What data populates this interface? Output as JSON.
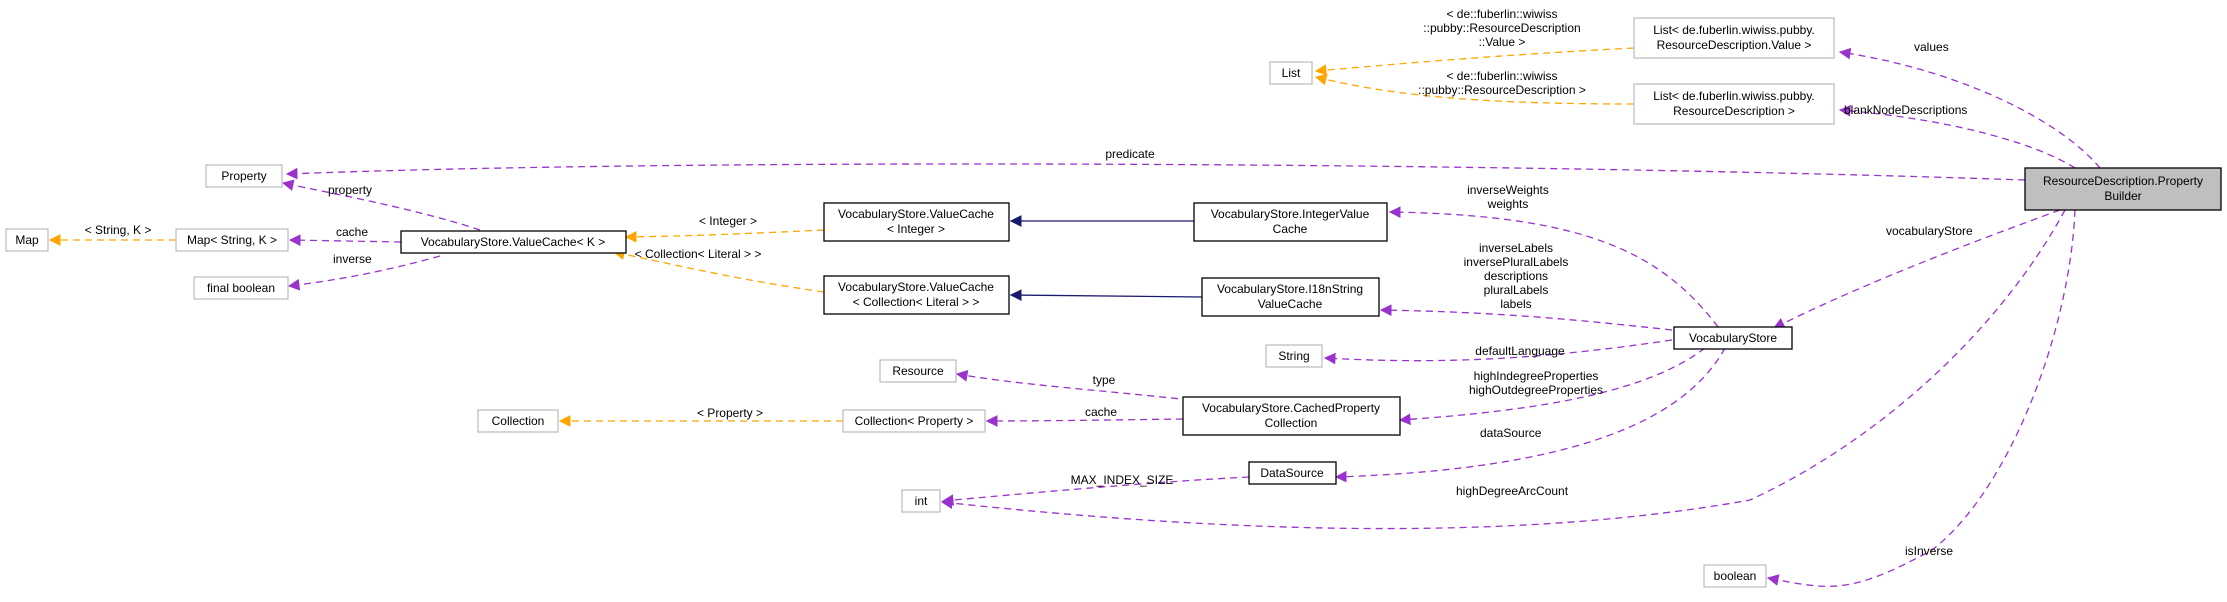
{
  "diagram": {
    "focus": {
      "label_line1": "ResourceDescription.Property",
      "label_line2": "Builder"
    },
    "nodes": {
      "map": "Map",
      "map_string_k": "Map< String, K >",
      "final_boolean": "final boolean",
      "property": "Property",
      "valuecache_k": "VocabularyStore.ValueCache< K >",
      "list": "List",
      "list_value_l1": "List< de.fuberlin.wiwiss.pubby.",
      "list_value_l2": "ResourceDescription.Value >",
      "list_rd_l1": "List< de.fuberlin.wiwiss.pubby.",
      "list_rd_l2": "ResourceDescription >",
      "vc_integer_l1": "VocabularyStore.ValueCache",
      "vc_integer_l2": "< Integer >",
      "vc_collection_l1": "VocabularyStore.ValueCache",
      "vc_collection_l2": "< Collection< Literal > >",
      "integer_value_cache_l1": "VocabularyStore.IntegerValue",
      "integer_value_cache_l2": "Cache",
      "i18n_cache_l1": "VocabularyStore.I18nString",
      "i18n_cache_l2": "ValueCache",
      "vocabulary_store": "VocabularyStore",
      "string": "String",
      "resource": "Resource",
      "collection": "Collection",
      "collection_property": "Collection< Property >",
      "cached_property_l1": "VocabularyStore.CachedProperty",
      "cached_property_l2": "Collection",
      "data_source": "DataSource",
      "int": "int",
      "boolean": "boolean"
    },
    "edge_labels": {
      "values": "values",
      "blank_node_descriptions": "blankNodeDescriptions",
      "predicate": "predicate",
      "vocabulary_store": "vocabularyStore",
      "is_inverse": "isInverse",
      "high_degree_arc_count": "highDegreeArcCount",
      "value_tmpl_l1": "< de::fuberlin::wiwiss",
      "value_tmpl_l2": "::pubby::ResourceDescription",
      "value_tmpl_l3": "::Value >",
      "rd_tmpl_l1": "< de::fuberlin::wiwiss",
      "rd_tmpl_l2": "::pubby::ResourceDescription >",
      "string_k": "< String, K >",
      "cache": "cache",
      "inverse": "inverse",
      "property": "property",
      "integer_tmpl": "< Integer >",
      "collection_literal_tmpl": "< Collection< Literal > >",
      "inverse_weights": "inverseWeights",
      "weights": "weights",
      "inverse_labels": "inverseLabels",
      "inverse_plural_labels": "inversePluralLabels",
      "descriptions": "descriptions",
      "plural_labels": "pluralLabels",
      "labels": "labels",
      "default_language": "defaultLanguage",
      "high_indegree_properties": "highIndegreeProperties",
      "high_outdegree_properties": "highOutdegreeProperties",
      "type": "type",
      "cache_collection": "cache",
      "property_tmpl": "< Property >",
      "data_source": "dataSource",
      "max_index_size": "MAX_INDEX_SIZE"
    },
    "colors": {
      "usage_edge": "#9a32cd",
      "template_edge": "#ffa500",
      "inheritance_edge": "#191970",
      "external_border": "#bfbfbf",
      "focus_fill": "#bfbfbf"
    }
  }
}
